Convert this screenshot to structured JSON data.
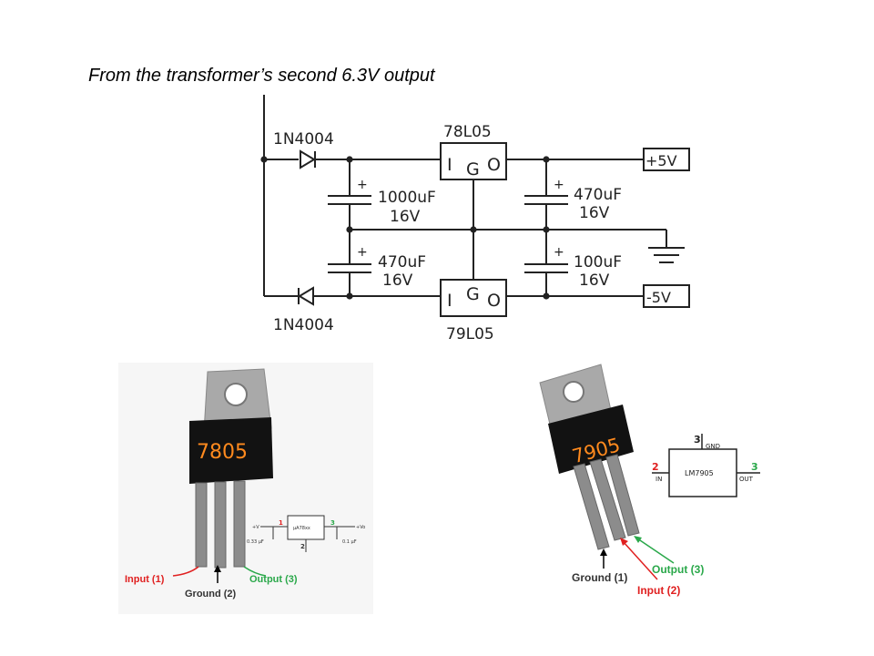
{
  "caption": "From the transformer’s second 6.3V output",
  "schematic": {
    "diode_top": "1N4004",
    "diode_bottom": "1N4004",
    "reg_top": {
      "name": "78L05",
      "in": "I",
      "gnd": "G",
      "out": "O"
    },
    "reg_bottom": {
      "name": "79L05",
      "in": "I",
      "gnd": "G",
      "out": "O"
    },
    "cap1": {
      "value": "1000uF",
      "voltage": "16V"
    },
    "cap2": {
      "value": "470uF",
      "voltage": "16V"
    },
    "cap3": {
      "value": "470uF",
      "voltage": "16V"
    },
    "cap4": {
      "value": "100uF",
      "voltage": "16V"
    },
    "out_pos": "+5V",
    "out_neg": "-5V",
    "plus": "+"
  },
  "left_photo": {
    "chip_label": "7805",
    "pin_input": "Input (1)",
    "pin_ground": "Ground (2)",
    "pin_output": "Output (3)",
    "mini": {
      "vin": "+V",
      "vo": "+Vo",
      "chip": "µA78xx",
      "c_in": "0.33 µF",
      "c_out": "0.1 µF",
      "n1": "1",
      "n2": "2",
      "n3": "3"
    }
  },
  "right_photo": {
    "chip_label": "7905",
    "pin_ground": "Ground (1)",
    "pin_input": "Input (2)",
    "pin_output": "Output (3)",
    "symbol": {
      "chip": "LM7905",
      "n_gnd": "3",
      "gnd": "GND",
      "n_in": "2",
      "in": "IN",
      "n_out": "3",
      "out": "OUT"
    }
  },
  "colors": {
    "input": "#e02020",
    "output": "#2aa84a",
    "chip_text": "#ff8a1e",
    "body": "#111111",
    "tab": "#a6a6a6"
  }
}
